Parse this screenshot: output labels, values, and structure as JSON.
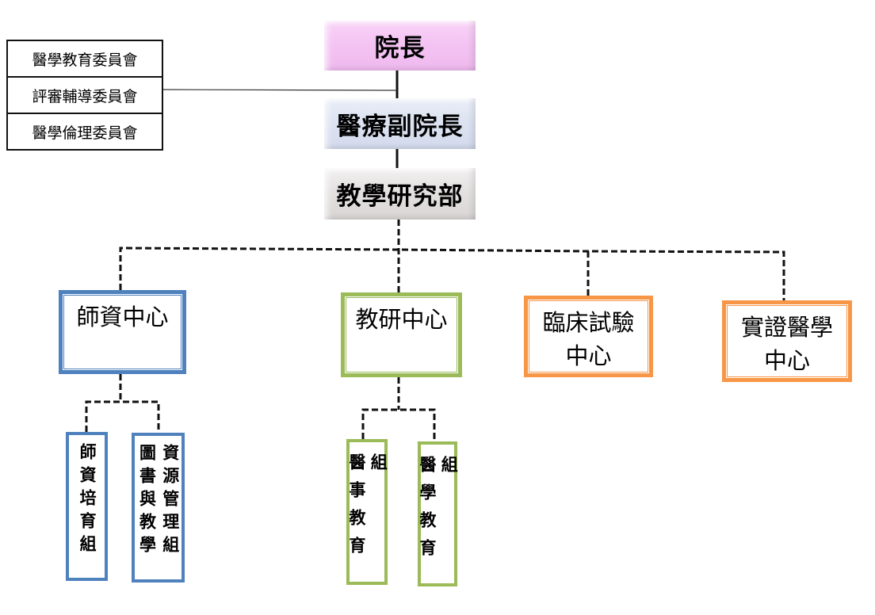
{
  "title": "教學研究部組織圖",
  "colors": {
    "blue": "#4f81bd",
    "green": "#9bbb59",
    "orange": "#f79646",
    "pink": "#f4c4f3",
    "lavender": "#dde3f1",
    "gray": "#e4e1e1"
  },
  "hierarchy": {
    "president": {
      "label": "院長"
    },
    "vice_president": {
      "label": "醫療副院長"
    },
    "department": {
      "label": "教學研究部"
    }
  },
  "committees": [
    {
      "label": "醫學教育委員會"
    },
    {
      "label": "評審輔導委員會"
    },
    {
      "label": "醫學倫理委員會"
    }
  ],
  "centers": [
    {
      "label": "師資中心",
      "lines": [
        "師資中心"
      ],
      "color": "blue"
    },
    {
      "label": "教研中心",
      "lines": [
        "教研中心"
      ],
      "color": "green"
    },
    {
      "label": "臨床試驗中心",
      "lines": [
        "臨床試驗",
        "中心"
      ],
      "color": "orange"
    },
    {
      "label": "實證醫學中心",
      "lines": [
        "實證醫學",
        "中心"
      ],
      "color": "orange"
    }
  ],
  "groups": [
    {
      "label": "師資培育組",
      "lines": [
        "師資培育組"
      ],
      "parent": "師資中心"
    },
    {
      "label": "圖書與教學資源管理組",
      "lines": [
        "圖書與教學",
        "資源管理組"
      ],
      "parent": "師資中心"
    },
    {
      "label": "醫事教育組",
      "lines": [
        "醫事教育組"
      ],
      "parent": "教研中心"
    },
    {
      "label": "醫學教育組",
      "lines": [
        "醫學教育組"
      ],
      "parent": "教研中心"
    }
  ]
}
